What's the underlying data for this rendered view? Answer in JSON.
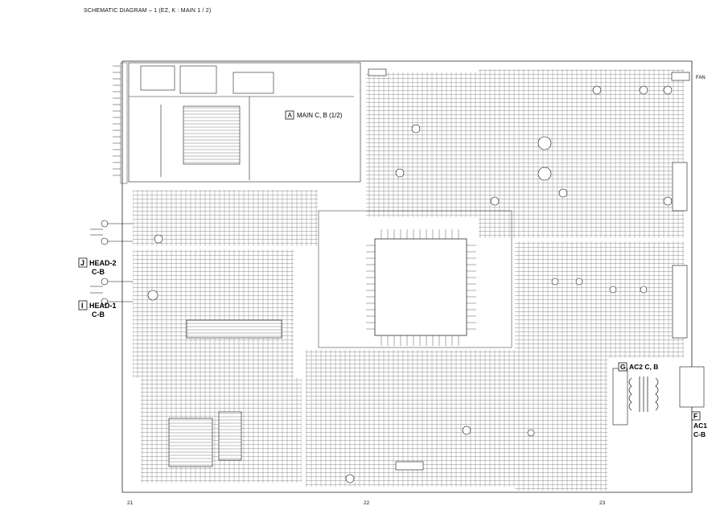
{
  "header": {
    "title": "SCHEMATIC DIAGRAM – 1  (EZ, K : MAIN 1 / 2)"
  },
  "board_labels": {
    "main": {
      "letter": "A",
      "text": "MAIN C, B (1/2)"
    },
    "head2": {
      "letter": "J",
      "line1": "HEAD-2",
      "line2": "C-B"
    },
    "head1": {
      "letter": "I",
      "line1": "HEAD-1",
      "line2": "C-B"
    },
    "ac2": {
      "letter": "G",
      "text": "AC2 C, B"
    },
    "ac1": {
      "letter": "F",
      "line1": "AC1",
      "line2": "C-B"
    },
    "fan": "FAN"
  },
  "page_numbers": [
    "21",
    "22",
    "23"
  ]
}
